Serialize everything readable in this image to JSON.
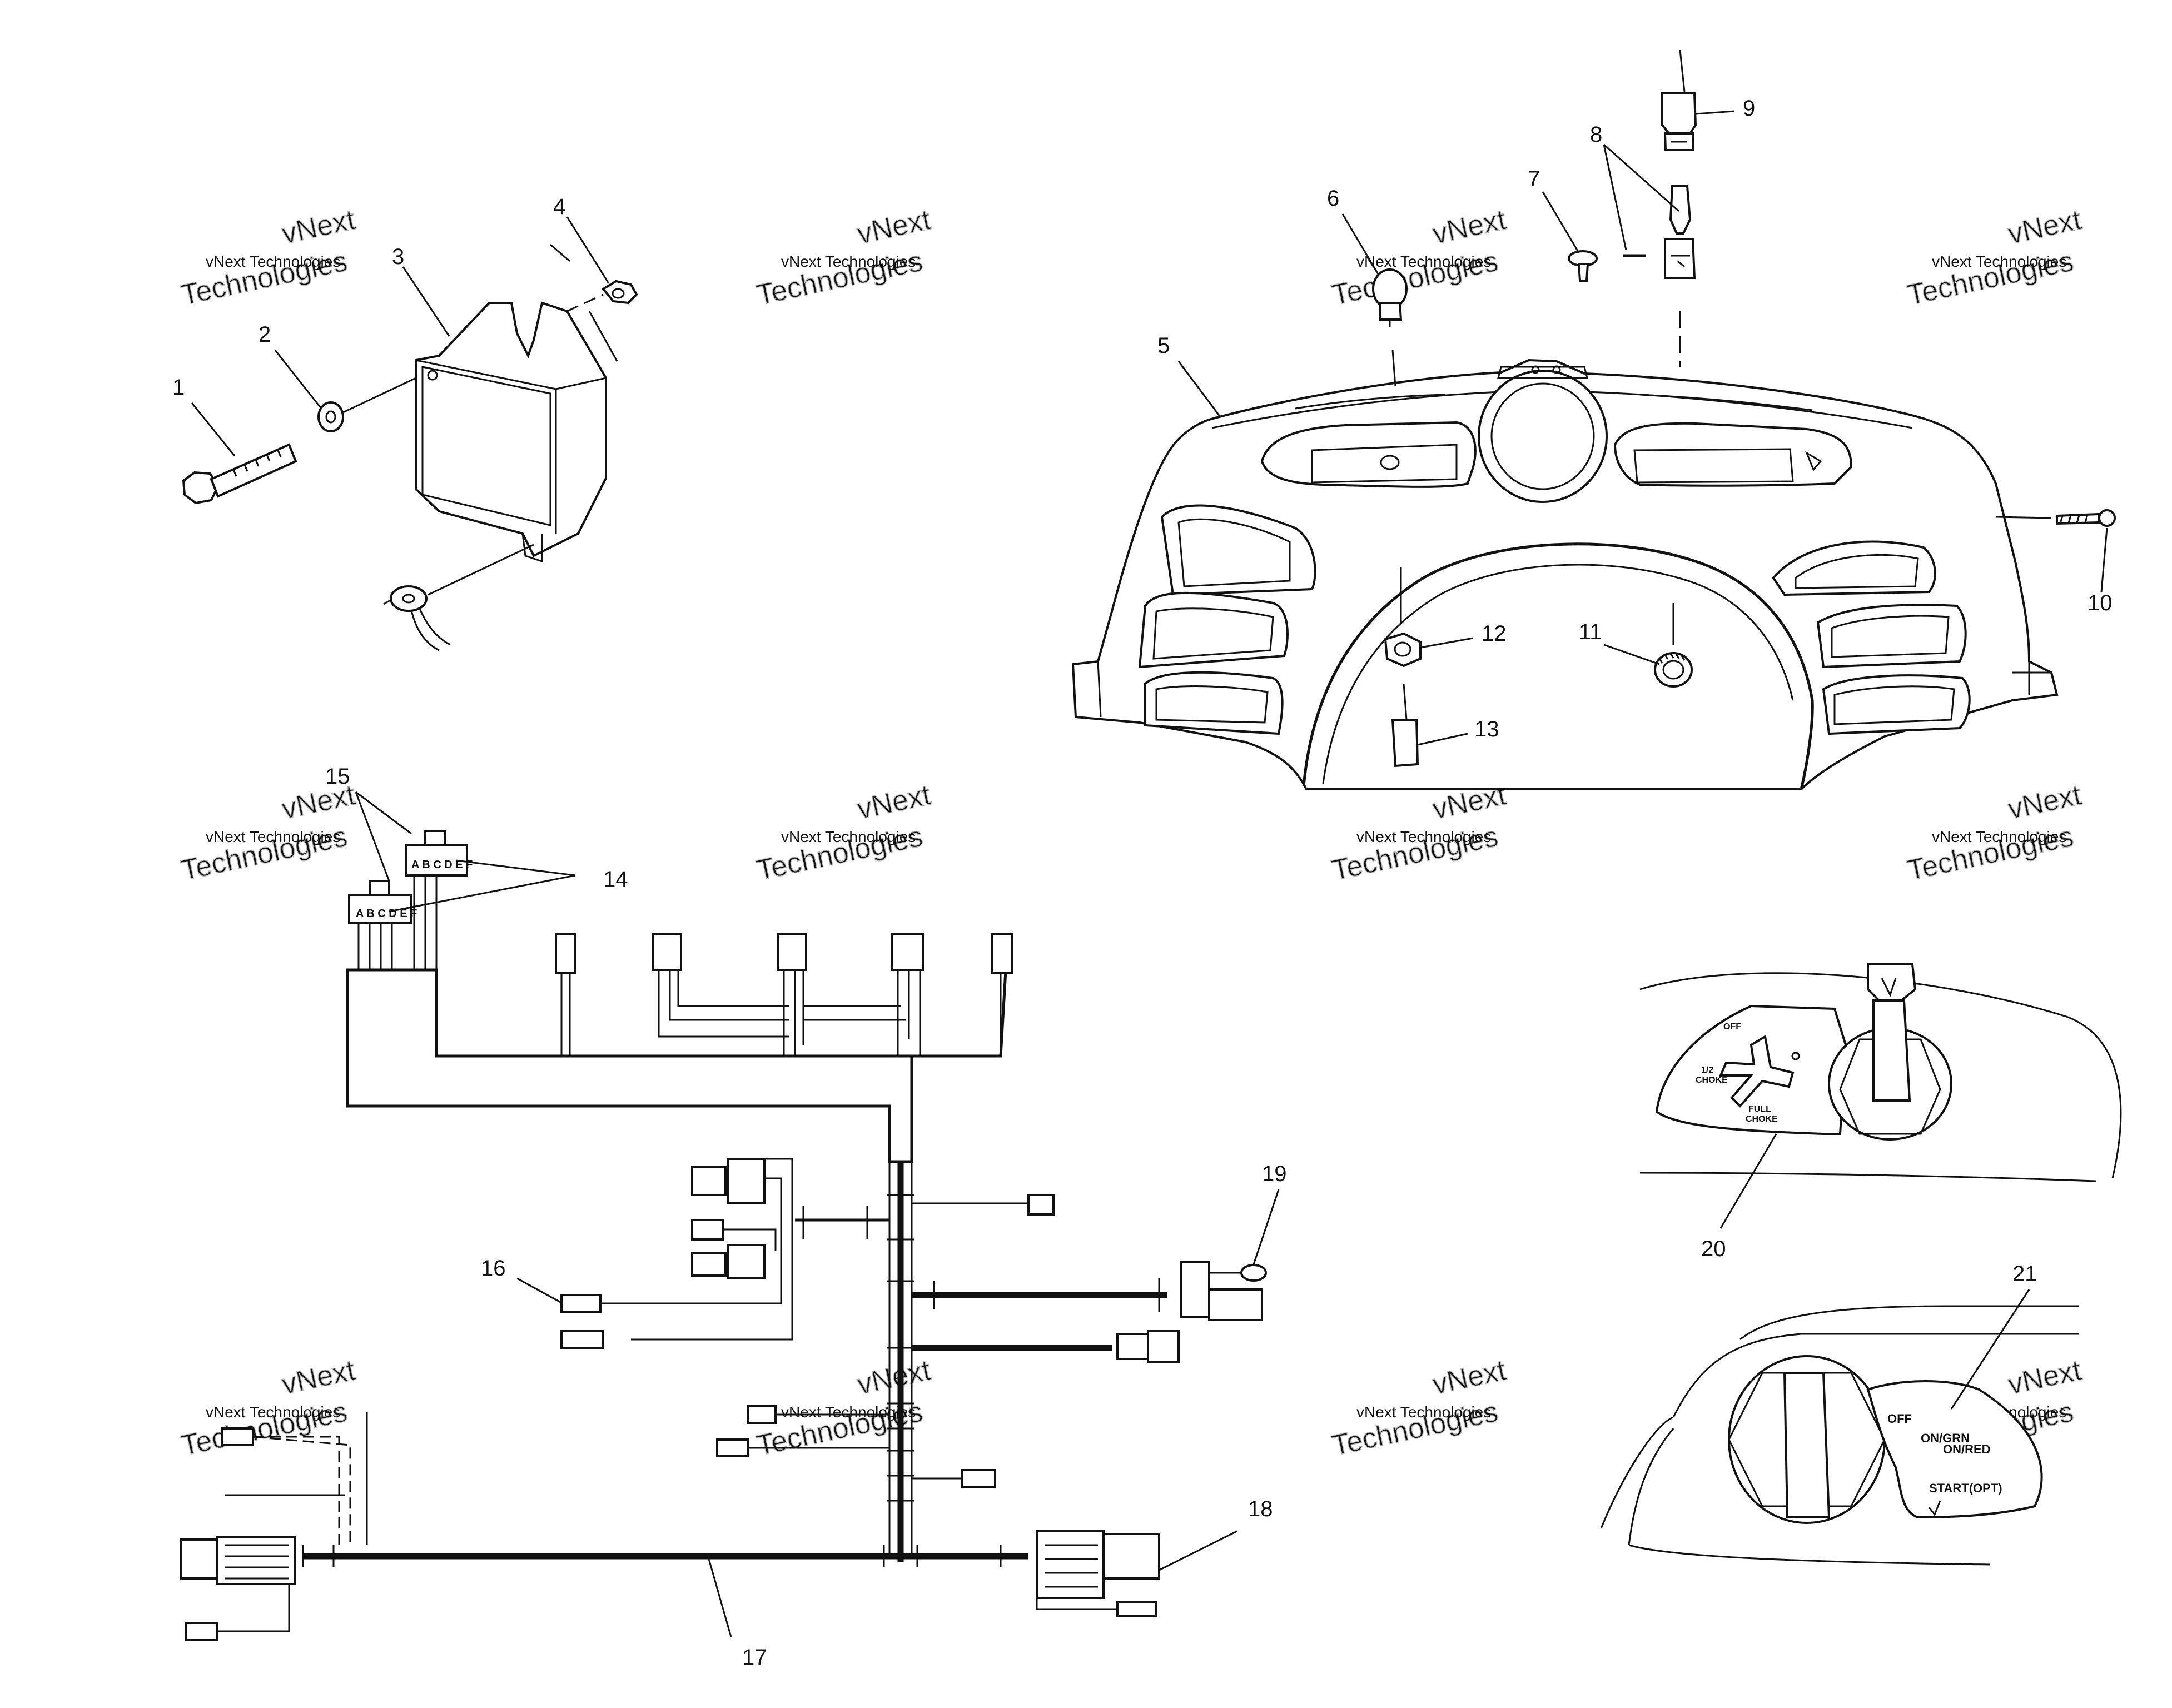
{
  "callouts": [
    {
      "id": "c1",
      "text": "1"
    },
    {
      "id": "c2",
      "text": "2"
    },
    {
      "id": "c3",
      "text": "3"
    },
    {
      "id": "c4",
      "text": "4"
    },
    {
      "id": "c5",
      "text": "5"
    },
    {
      "id": "c6",
      "text": "6"
    },
    {
      "id": "c7",
      "text": "7"
    },
    {
      "id": "c8",
      "text": "8"
    },
    {
      "id": "c9",
      "text": "9"
    },
    {
      "id": "c10",
      "text": "10"
    },
    {
      "id": "c11",
      "text": "11"
    },
    {
      "id": "c12",
      "text": "12"
    },
    {
      "id": "c13",
      "text": "13"
    },
    {
      "id": "c14",
      "text": "14"
    },
    {
      "id": "c15",
      "text": "15"
    },
    {
      "id": "c16",
      "text": "16"
    },
    {
      "id": "c17",
      "text": "17"
    },
    {
      "id": "c18",
      "text": "18"
    },
    {
      "id": "c19",
      "text": "19"
    },
    {
      "id": "c20",
      "text": "20"
    },
    {
      "id": "c21",
      "text": "21"
    }
  ],
  "choke_panel": {
    "off": "OFF",
    "half_choke_1": "1/2",
    "half_choke_2": "CHOKE",
    "full_choke_1": "FULL",
    "full_choke_2": "CHOKE"
  },
  "key_switch_panel": {
    "off": "OFF",
    "on_green": "ON/GRN",
    "on_red": "ON/RED",
    "start": "START(OPT)"
  },
  "connector_pins": "A B C D E F",
  "watermark": {
    "line_small": "vNext Technologies",
    "line_big_1": "vNext",
    "line_big_2": "Technologies"
  },
  "colors": {
    "ink": "#111111",
    "watermark": "#b8b8b8",
    "background": "#ffffff"
  }
}
